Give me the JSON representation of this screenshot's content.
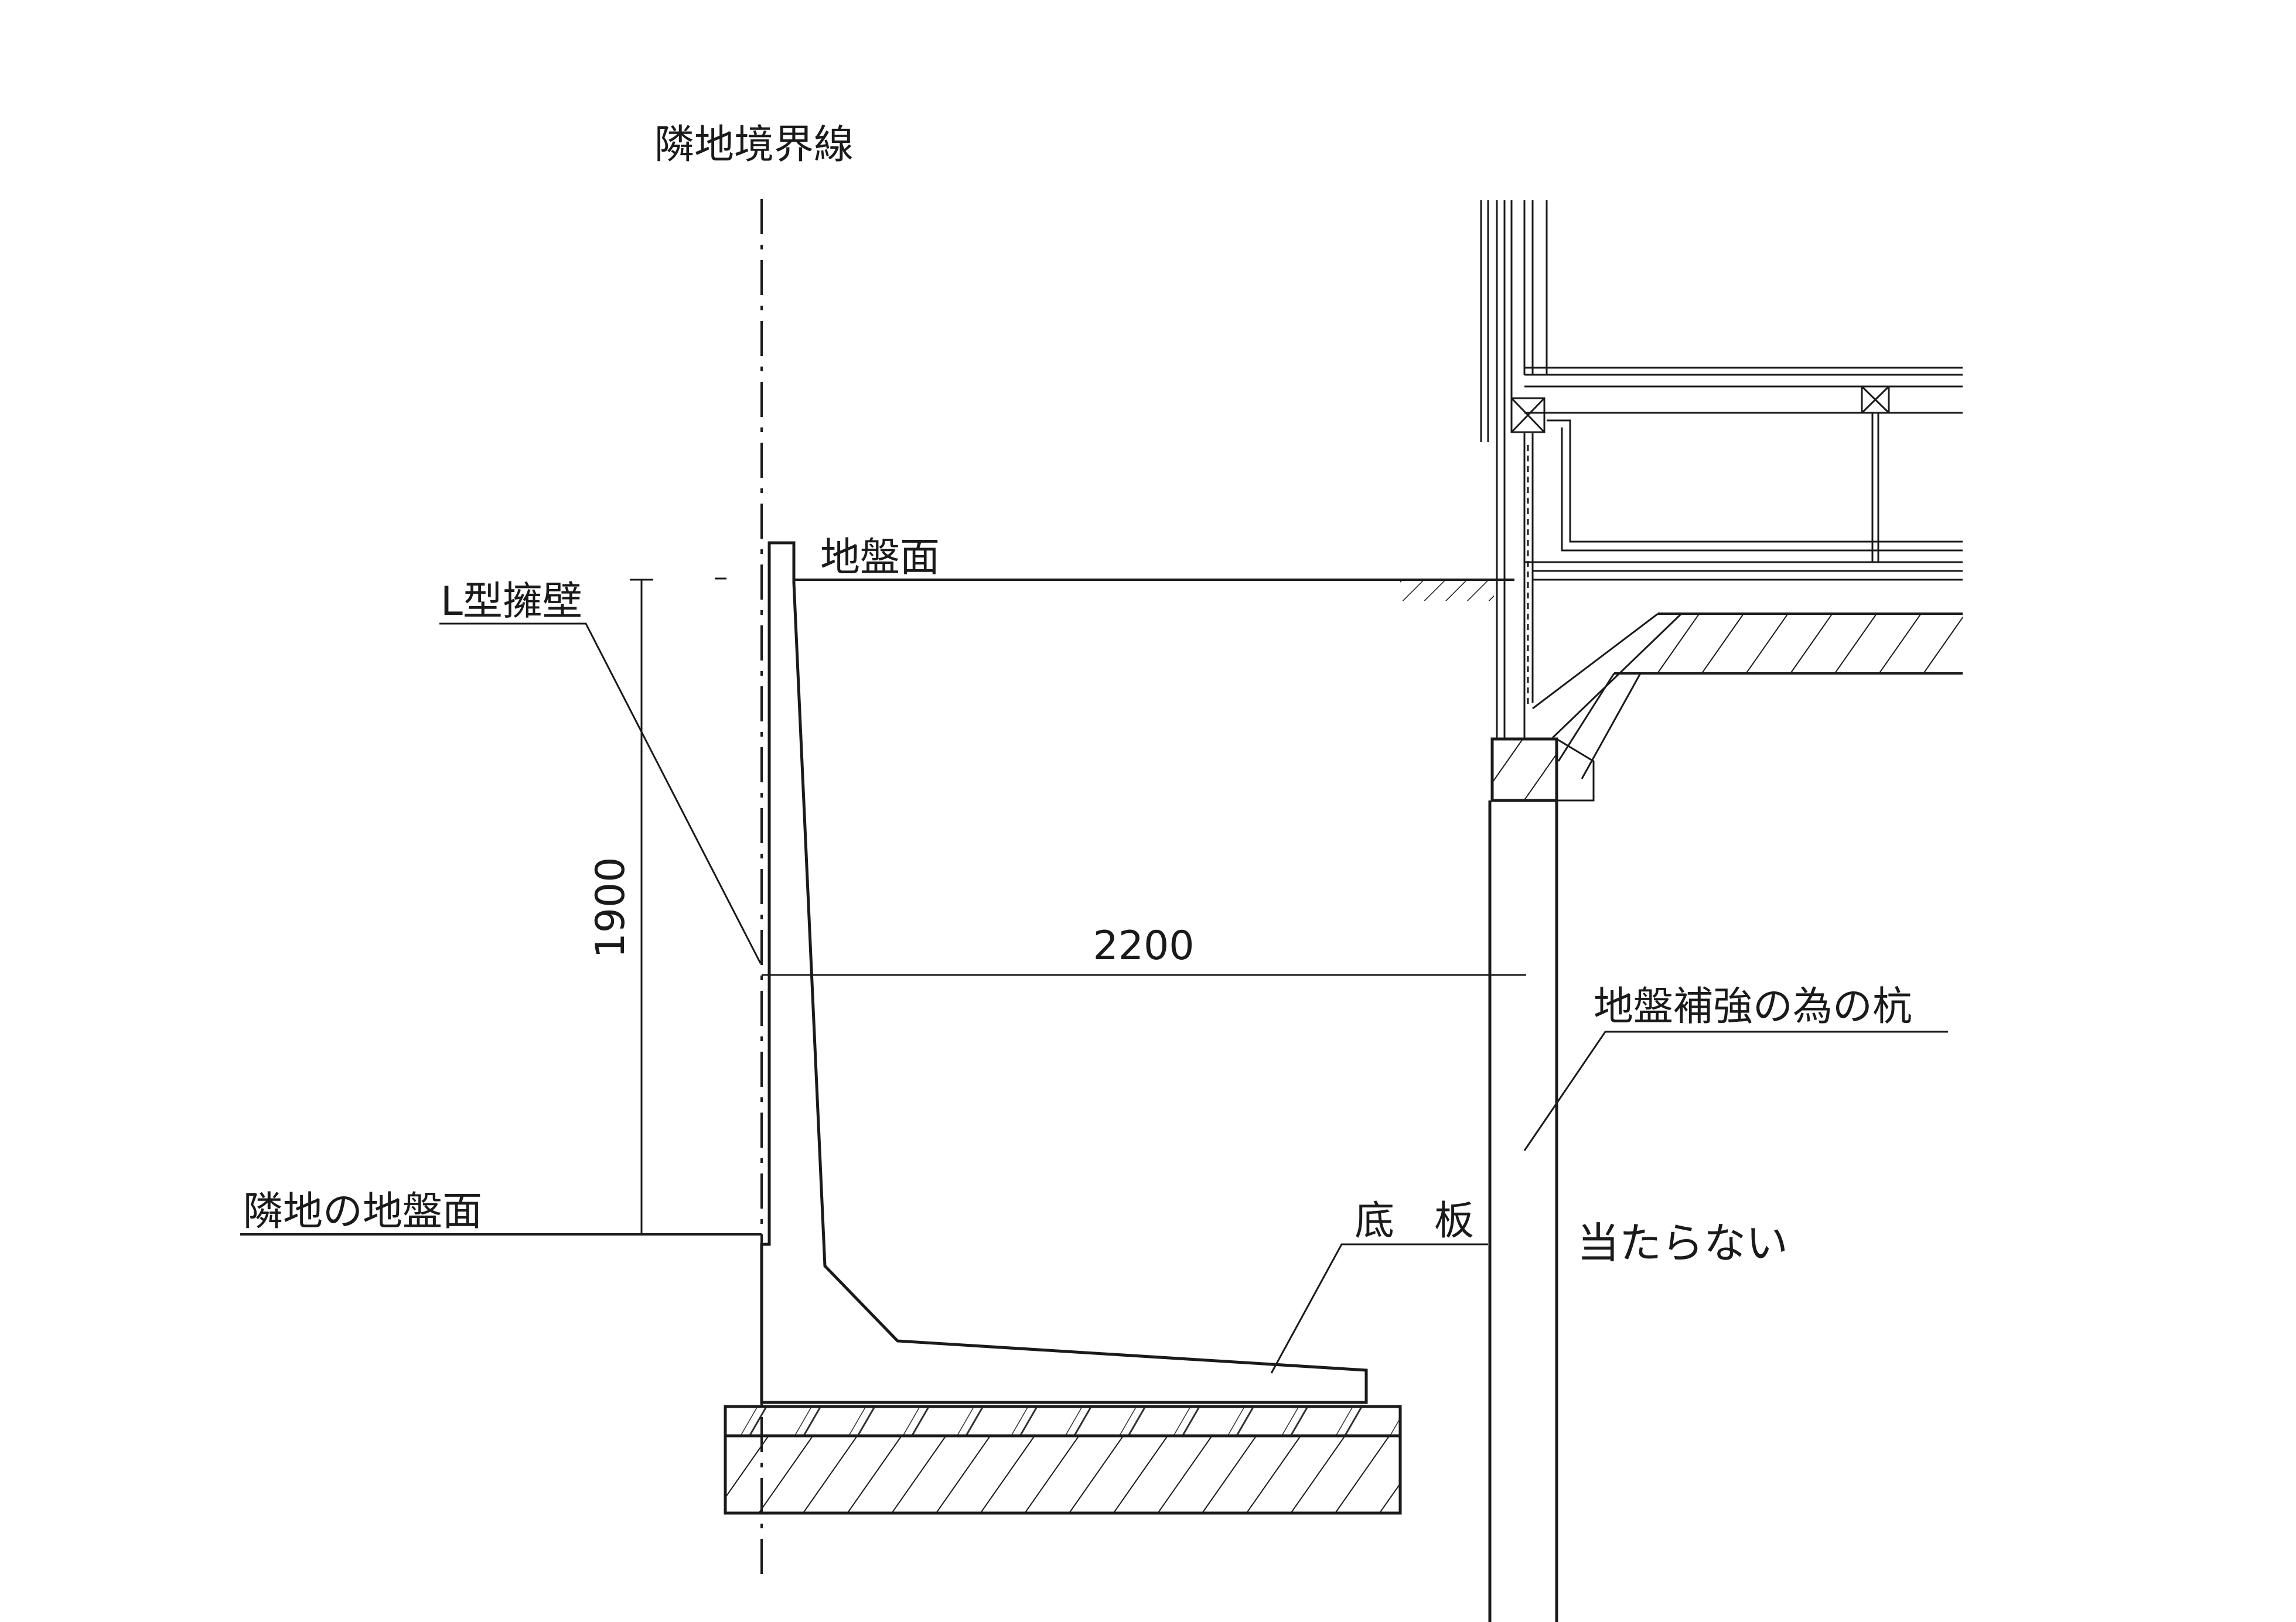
{
  "labels": {
    "boundary_line": "隣地境界線",
    "ground_level": "地盤面",
    "l_wall": "L型擁壁",
    "dim_height": "1900",
    "dim_width": "2200",
    "pile": "地盤補強の為の杭",
    "neighbor_ground": "隣地の地盤面",
    "base_slab": "底　板",
    "note": "当たらない"
  },
  "colors": {
    "line": "#1a1a1a",
    "note": "#d0303a"
  }
}
